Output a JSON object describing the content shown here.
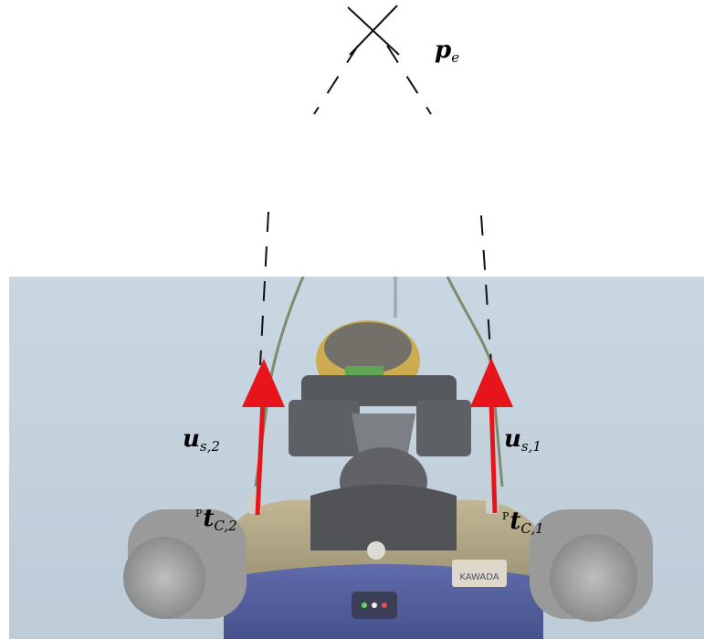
{
  "labels": {
    "pe": {
      "main": "p",
      "sub": "e"
    },
    "us2": {
      "main": "u",
      "sub": "s,2"
    },
    "us1": {
      "main": "u",
      "sub": "s,1"
    },
    "tc2": {
      "sup": "P",
      "main": "t",
      "sub": "C,2"
    },
    "tc1": {
      "sup": "P",
      "main": "t",
      "sub": "C,1"
    }
  },
  "photo_marks": {
    "logo_text": "KAWADA"
  },
  "colors": {
    "arrow": "#e8141c",
    "dash": "#111111",
    "photo_bg": "#bfd0dc",
    "robot_gold": "#a8986a",
    "robot_blue": "#3c4a92"
  }
}
